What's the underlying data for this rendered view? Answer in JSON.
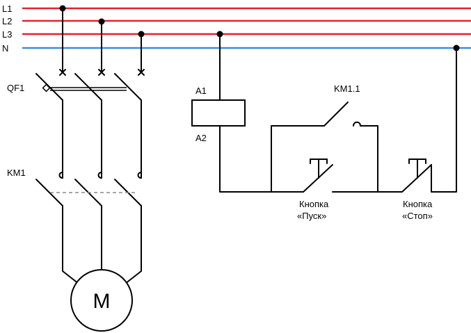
{
  "buses": {
    "l1": {
      "label": "L1",
      "color": "#e8202a"
    },
    "l2": {
      "label": "L2",
      "color": "#e8202a"
    },
    "l3": {
      "label": "L3",
      "color": "#e8202a"
    },
    "n": {
      "label": "N",
      "color": "#3b8fd6"
    }
  },
  "breaker": {
    "label": "QF1"
  },
  "contactor": {
    "label": "KM1"
  },
  "coil": {
    "terminal_top": "A1",
    "terminal_bottom": "A2"
  },
  "aux_contact": {
    "label": "KM1.1"
  },
  "start_button": {
    "line1": "Кнопка",
    "line2": "«Пуск»"
  },
  "stop_button": {
    "line1": "Кнопка",
    "line2": "«Стоп»"
  },
  "motor": {
    "label": "M"
  }
}
